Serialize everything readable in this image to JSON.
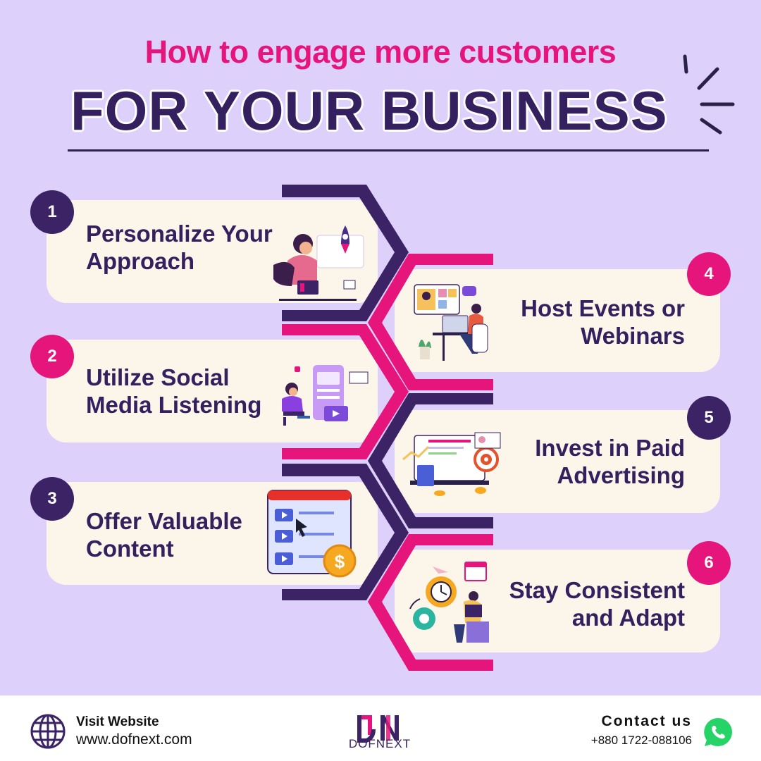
{
  "header": {
    "title_line1": "How to engage more customers",
    "title_line2": "FOR YOUR BUSINESS"
  },
  "steps": [
    {
      "number": "1",
      "line1": "Personalize Your",
      "line2": "Approach"
    },
    {
      "number": "2",
      "line1": "Utilize Social",
      "line2": "Media Listening"
    },
    {
      "number": "3",
      "line1": "Offer Valuable",
      "line2": "Content"
    },
    {
      "number": "4",
      "line1": "Host Events or",
      "line2": "Webinars"
    },
    {
      "number": "5",
      "line1": "Invest in Paid",
      "line2": "Advertising"
    },
    {
      "number": "6",
      "line1": "Stay Consistent",
      "line2": "and Adapt"
    }
  ],
  "footer": {
    "visit_label": "Visit Website",
    "website": "www.dofnext.com",
    "logo_text": "DOFNEXT",
    "contact_label": "Contact us",
    "phone": "+880 1722-088106"
  },
  "colors": {
    "background": "#ddd0fb",
    "accent_pink": "#e5157c",
    "dark_purple": "#3b2365",
    "card": "#fcf6ea"
  }
}
